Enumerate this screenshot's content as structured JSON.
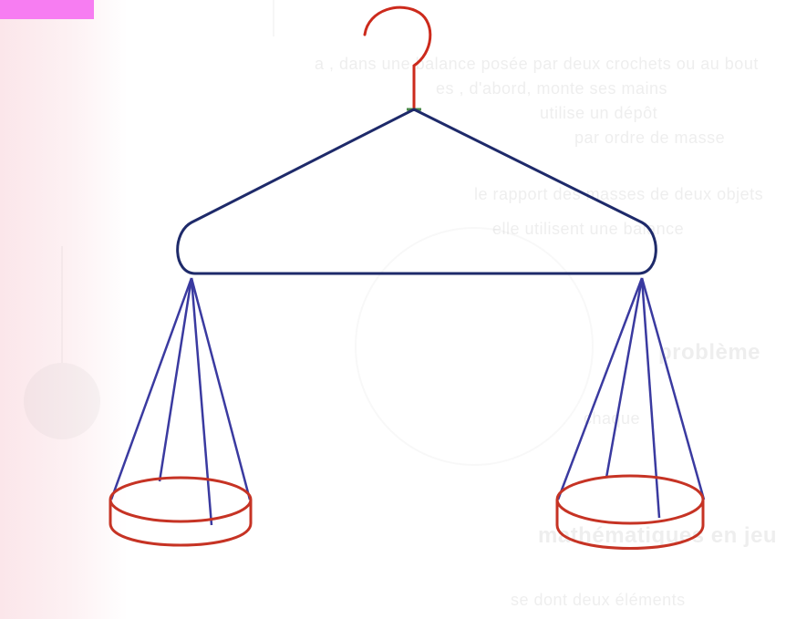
{
  "colors": {
    "pink_tab": "#f77df2",
    "left_tint": "#fbe6ea",
    "hook_red": "#cc2a1c",
    "frame_navy": "#1e2a6a",
    "string_blue": "#3a3aa0",
    "pan_red": "#c63324",
    "ghost_text": "#9a9a9a"
  },
  "background_text": {
    "lines": [
      "a , dans une balance posée par deux crochets ou au bout",
      "es , d'abord, monte ses mains",
      "utilise un dépôt",
      "par ordre de masse",
      "le rapport des masses de deux objets",
      "elle utilisent une balance",
      "problème",
      "chaque",
      "mathématiques en jeu",
      "se dont deux éléments"
    ]
  }
}
